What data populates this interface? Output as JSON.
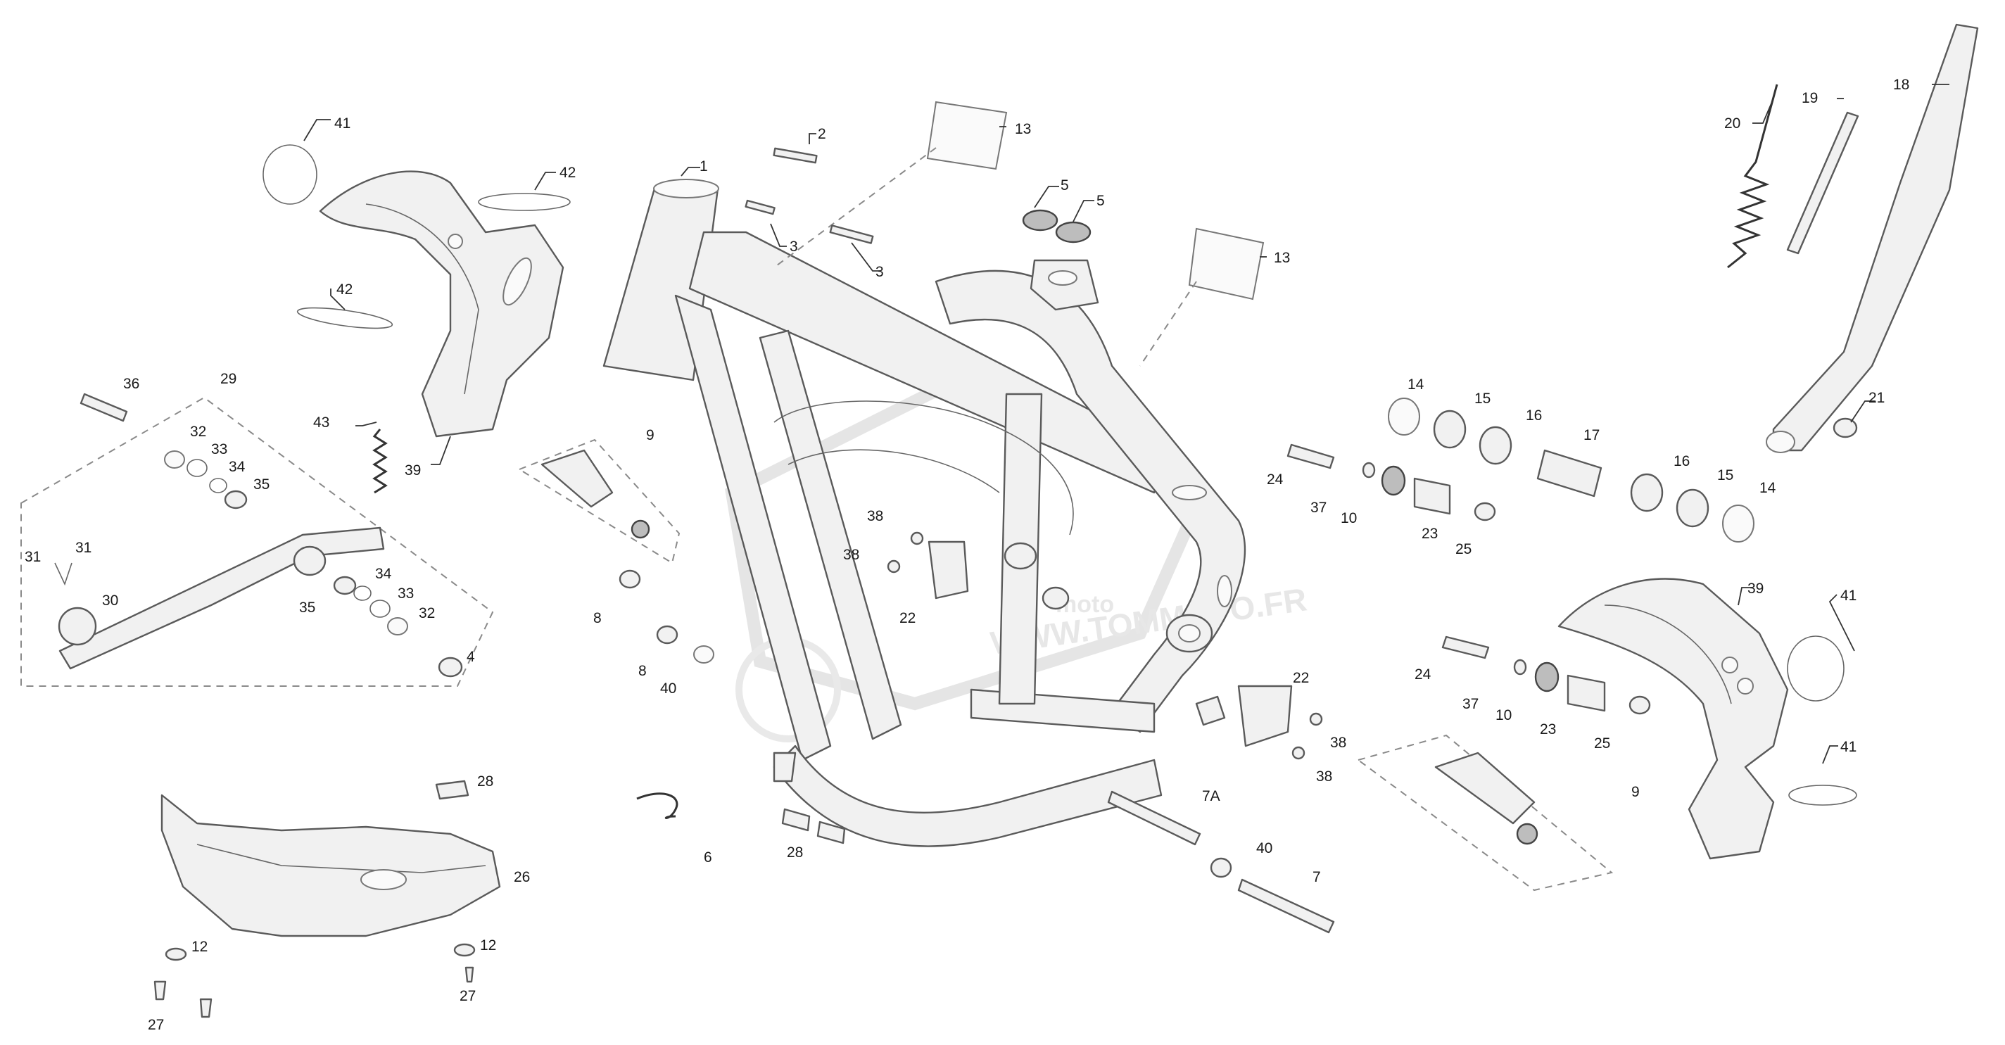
{
  "diagram": {
    "callouts": [
      {
        "id": "c1",
        "text": "1"
      },
      {
        "id": "c2",
        "text": "2"
      },
      {
        "id": "c3a",
        "text": "3"
      },
      {
        "id": "c3b",
        "text": "3"
      },
      {
        "id": "c4",
        "text": "4"
      },
      {
        "id": "c5a",
        "text": "5"
      },
      {
        "id": "c5b",
        "text": "5"
      },
      {
        "id": "c6",
        "text": "6"
      },
      {
        "id": "c7",
        "text": "7"
      },
      {
        "id": "c7a",
        "text": "7A"
      },
      {
        "id": "c8a",
        "text": "8"
      },
      {
        "id": "c8b",
        "text": "8"
      },
      {
        "id": "c9a",
        "text": "9"
      },
      {
        "id": "c9b",
        "text": "9"
      },
      {
        "id": "c10a",
        "text": "10"
      },
      {
        "id": "c10b",
        "text": "10"
      },
      {
        "id": "c12a",
        "text": "12"
      },
      {
        "id": "c12b",
        "text": "12"
      },
      {
        "id": "c13a",
        "text": "13"
      },
      {
        "id": "c13b",
        "text": "13"
      },
      {
        "id": "c14a",
        "text": "14"
      },
      {
        "id": "c14b",
        "text": "14"
      },
      {
        "id": "c15a",
        "text": "15"
      },
      {
        "id": "c15b",
        "text": "15"
      },
      {
        "id": "c16a",
        "text": "16"
      },
      {
        "id": "c16b",
        "text": "16"
      },
      {
        "id": "c17",
        "text": "17"
      },
      {
        "id": "c18",
        "text": "18"
      },
      {
        "id": "c19",
        "text": "19"
      },
      {
        "id": "c20",
        "text": "20"
      },
      {
        "id": "c21",
        "text": "21"
      },
      {
        "id": "c22a",
        "text": "22"
      },
      {
        "id": "c22b",
        "text": "22"
      },
      {
        "id": "c23a",
        "text": "23"
      },
      {
        "id": "c23b",
        "text": "23"
      },
      {
        "id": "c24a",
        "text": "24"
      },
      {
        "id": "c24b",
        "text": "24"
      },
      {
        "id": "c25a",
        "text": "25"
      },
      {
        "id": "c25b",
        "text": "25"
      },
      {
        "id": "c26",
        "text": "26"
      },
      {
        "id": "c27a",
        "text": "27"
      },
      {
        "id": "c27b",
        "text": "27"
      },
      {
        "id": "c28a",
        "text": "28"
      },
      {
        "id": "c28b",
        "text": "28"
      },
      {
        "id": "c29",
        "text": "29"
      },
      {
        "id": "c30",
        "text": "30"
      },
      {
        "id": "c31a",
        "text": "31"
      },
      {
        "id": "c31b",
        "text": "31"
      },
      {
        "id": "c32a",
        "text": "32"
      },
      {
        "id": "c32b",
        "text": "32"
      },
      {
        "id": "c33a",
        "text": "33"
      },
      {
        "id": "c33b",
        "text": "33"
      },
      {
        "id": "c34a",
        "text": "34"
      },
      {
        "id": "c34b",
        "text": "34"
      },
      {
        "id": "c35a",
        "text": "35"
      },
      {
        "id": "c35b",
        "text": "35"
      },
      {
        "id": "c36",
        "text": "36"
      },
      {
        "id": "c37a",
        "text": "37"
      },
      {
        "id": "c37b",
        "text": "37"
      },
      {
        "id": "c38a",
        "text": "38"
      },
      {
        "id": "c38b",
        "text": "38"
      },
      {
        "id": "c38c",
        "text": "38"
      },
      {
        "id": "c38d",
        "text": "38"
      },
      {
        "id": "c39a",
        "text": "39"
      },
      {
        "id": "c39b",
        "text": "39"
      },
      {
        "id": "c40a",
        "text": "40"
      },
      {
        "id": "c40b",
        "text": "40"
      },
      {
        "id": "c41a",
        "text": "41"
      },
      {
        "id": "c41b",
        "text": "41"
      },
      {
        "id": "c41c",
        "text": "41"
      },
      {
        "id": "c42a",
        "text": "42"
      },
      {
        "id": "c42b",
        "text": "42"
      },
      {
        "id": "c43",
        "text": "43"
      }
    ]
  },
  "watermark": {
    "brand_top": "moto",
    "brand_url": "WWW.TOMMOTO.FR"
  },
  "colors": {
    "line": "#5a5a5a",
    "fill": "#f1f1f1",
    "watermark": "#d4d4d4"
  }
}
